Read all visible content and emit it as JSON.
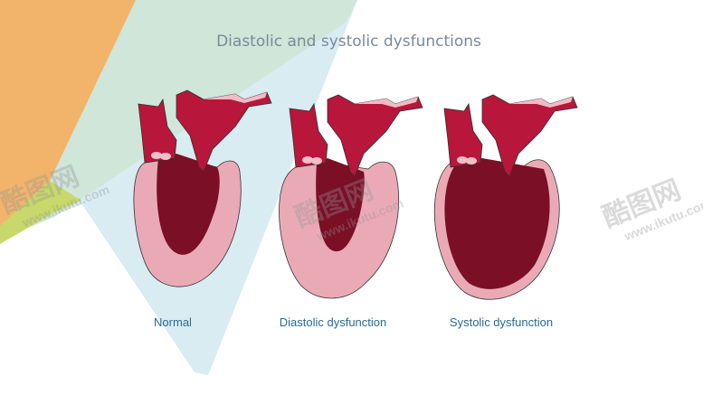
{
  "title": "Diastolic and systolic dysfunctions",
  "panels": [
    {
      "label": "Normal"
    },
    {
      "label": "Diastolic dysfunction"
    },
    {
      "label": "Systolic dysfunction"
    }
  ],
  "watermark": {
    "logo": "酷图网",
    "url": "www.ikutu.com"
  },
  "colors": {
    "myocardium": "#eaaab5",
    "blood": "#7a0f26",
    "vessel": "#b8163a",
    "title": "#7a8a9a",
    "label": "#2a6a98"
  }
}
